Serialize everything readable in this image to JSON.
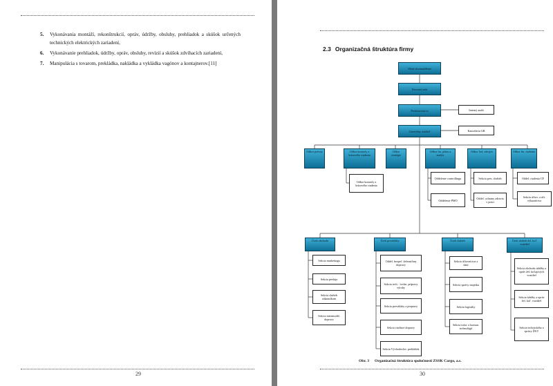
{
  "left_page": {
    "items": [
      {
        "num": "5.",
        "text": "Vykonávania montáží, rekonštrukcií, opráv, údržby, obsluhy, prehliadok a skúšok určených technických elektrických zariadení,"
      },
      {
        "num": "6.",
        "text": "Vykonávanie prehliadok, údržby, opráv, obsluhy, revízií a skúšok zdvíhacích zariadení,"
      },
      {
        "num": "7.",
        "text": "Manipulácia s tovarom, prekládka, nakládka a vykládka vagónov a kontajnerov.[11]"
      }
    ],
    "page_number": "29"
  },
  "right_page": {
    "section_number": "2.3",
    "section_title": "Organizačná štruktúra firmy",
    "page_number": "30",
    "caption_label": "Obr. 3",
    "caption_text": "Organizačná štruktúra spoločnosti ZSSK Cargo, a.s.",
    "org": {
      "top": [
        "Valné zhromaždenie",
        "Dozorná rada",
        "Predstavenstvo",
        "Generálny riaditeľ"
      ],
      "side": [
        "Interný audit",
        "Kancelária GR"
      ],
      "departments": [
        {
          "label": "Odbor právny",
          "subs": []
        },
        {
          "label": "Odbor kontroly a krízového riadenia",
          "subs": [
            "Odbor kontroly a krízového riadenia"
          ]
        },
        {
          "label": "Odbor stratégie",
          "subs": []
        },
        {
          "label": "Odbor fin. plánu a analýz",
          "subs": [
            "Oddelenie controllingu",
            "Oddelenie PMO"
          ]
        },
        {
          "label": "Odbor ľud. zdrojov",
          "subs": [
            "Sekcia pers. služieb",
            "Oddel. ochrany zdravia v práci"
          ]
        },
        {
          "label": "Odbor fin. riadenia",
          "subs": [
            "Oddel. riadenia CF",
            "Sekcia účtov. a účt. výkazníctva"
          ]
        }
      ],
      "divisions": [
        {
          "label": "Úsek obchodu",
          "subs": [
            "Sekcia marketingu",
            "Sekcia predaja",
            "Sekcia služieb zákazníkom",
            "Sekcia intermodál. dopravy"
          ]
        },
        {
          "label": "Úsek prevádzky",
          "subs": [
            "Oddel. bezpeč. železničnej dopravy",
            "Sekcia tech. - techn. prípravy výroby",
            "Sekcia prevádzky a prepravy",
            "Sekcia riadiace dopravy",
            "Sekcia Východoslov. prekládok"
          ]
        },
        {
          "label": "Úsek služieb",
          "subs": [
            "Sekcia účtovníctva a daní",
            "Sekcia správy majetku",
            "Sekcia logistiky",
            "Sekcia infor. a komun. technológií"
          ]
        },
        {
          "label": "Úsek služieb žel. koľ. vozidiel",
          "subs": [
            "Sekcia obchodu údržby a opráv žel. koľajových vozidiel",
            "Sekcia údržby a opráv žel. koľ. vozidiel",
            "Sekcia technického a správy ŽKV"
          ]
        }
      ]
    }
  },
  "colors": {
    "page_bg": "#ffffff",
    "gutter": "#7a7a7a",
    "node_blue": "#1a8fbf"
  }
}
